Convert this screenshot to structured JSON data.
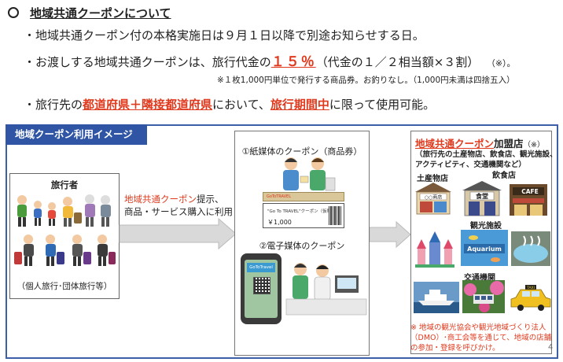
{
  "header": {
    "title": "地域共通クーポンについて",
    "line1": "・地域共通クーポン付の本格実施日は９月１日以降で別途お知らせする日。",
    "line2_pre": "・お渡しする地域共通クーポンは、旅行代金の",
    "line2_pct": "１５％",
    "line2_post": "（代金の１／２相当額×３割）",
    "line2_mark": "（※）。",
    "note": "※１枚1,000円単位で発行する商品券。お釣りなし。（1,000円未満は四捨五入）",
    "line3_pre": "・旅行先の",
    "line3_red1": "都道府県＋隣接都道府県",
    "line3_mid": "において、",
    "line3_red2": "旅行期間中",
    "line3_post": "に限って使用可能。"
  },
  "diagram": {
    "title": "地域クーポン利用イメージ",
    "traveler_label": "旅行者",
    "traveler_foot": "（個人旅行･団体旅行等）",
    "flow_red": "地域共通クーポン",
    "flow_text1": "提示、",
    "flow_text2": "商品・サービス購入に利用",
    "paper_label": "①紙媒体のクーポン（商品券）",
    "ticket_top": "GoToTRAVEL",
    "ticket_text": "\"Go To TRAVEL\"クーポン（仮称）",
    "ticket_price": "￥1,000",
    "digital_label": "②電子媒体のクーポン",
    "phone_head": "GoToTravel",
    "shop_title_red": "地域共通クーポン",
    "shop_title": "加盟店",
    "shop_title_mark": "（※）",
    "shop_sub1": "（旅行先の土産物店、飲食店、観光施設、",
    "shop_sub2": "アクティビティ、交通機関など）",
    "cat_souvenir": "土産物店",
    "cat_restaurant": "飲食店",
    "cat_sight": "観光施設",
    "cat_transport": "交通機関",
    "shop_sign_souvenir": "○○商店",
    "shop_sign_food": "食堂",
    "shop_sign_cafe": "CAFE",
    "aquarium": "Aquarium",
    "taxi": "TAXI",
    "foot_note": "※  地域の観光協会や観光地域づくり法人（DMO）･商工会等を通じて、地域の店舗の参加・登録を呼びかけ。"
  },
  "page_number": "4",
  "colors": {
    "accent_red": "#e03a1e",
    "frame_blue": "#2f55a4"
  }
}
